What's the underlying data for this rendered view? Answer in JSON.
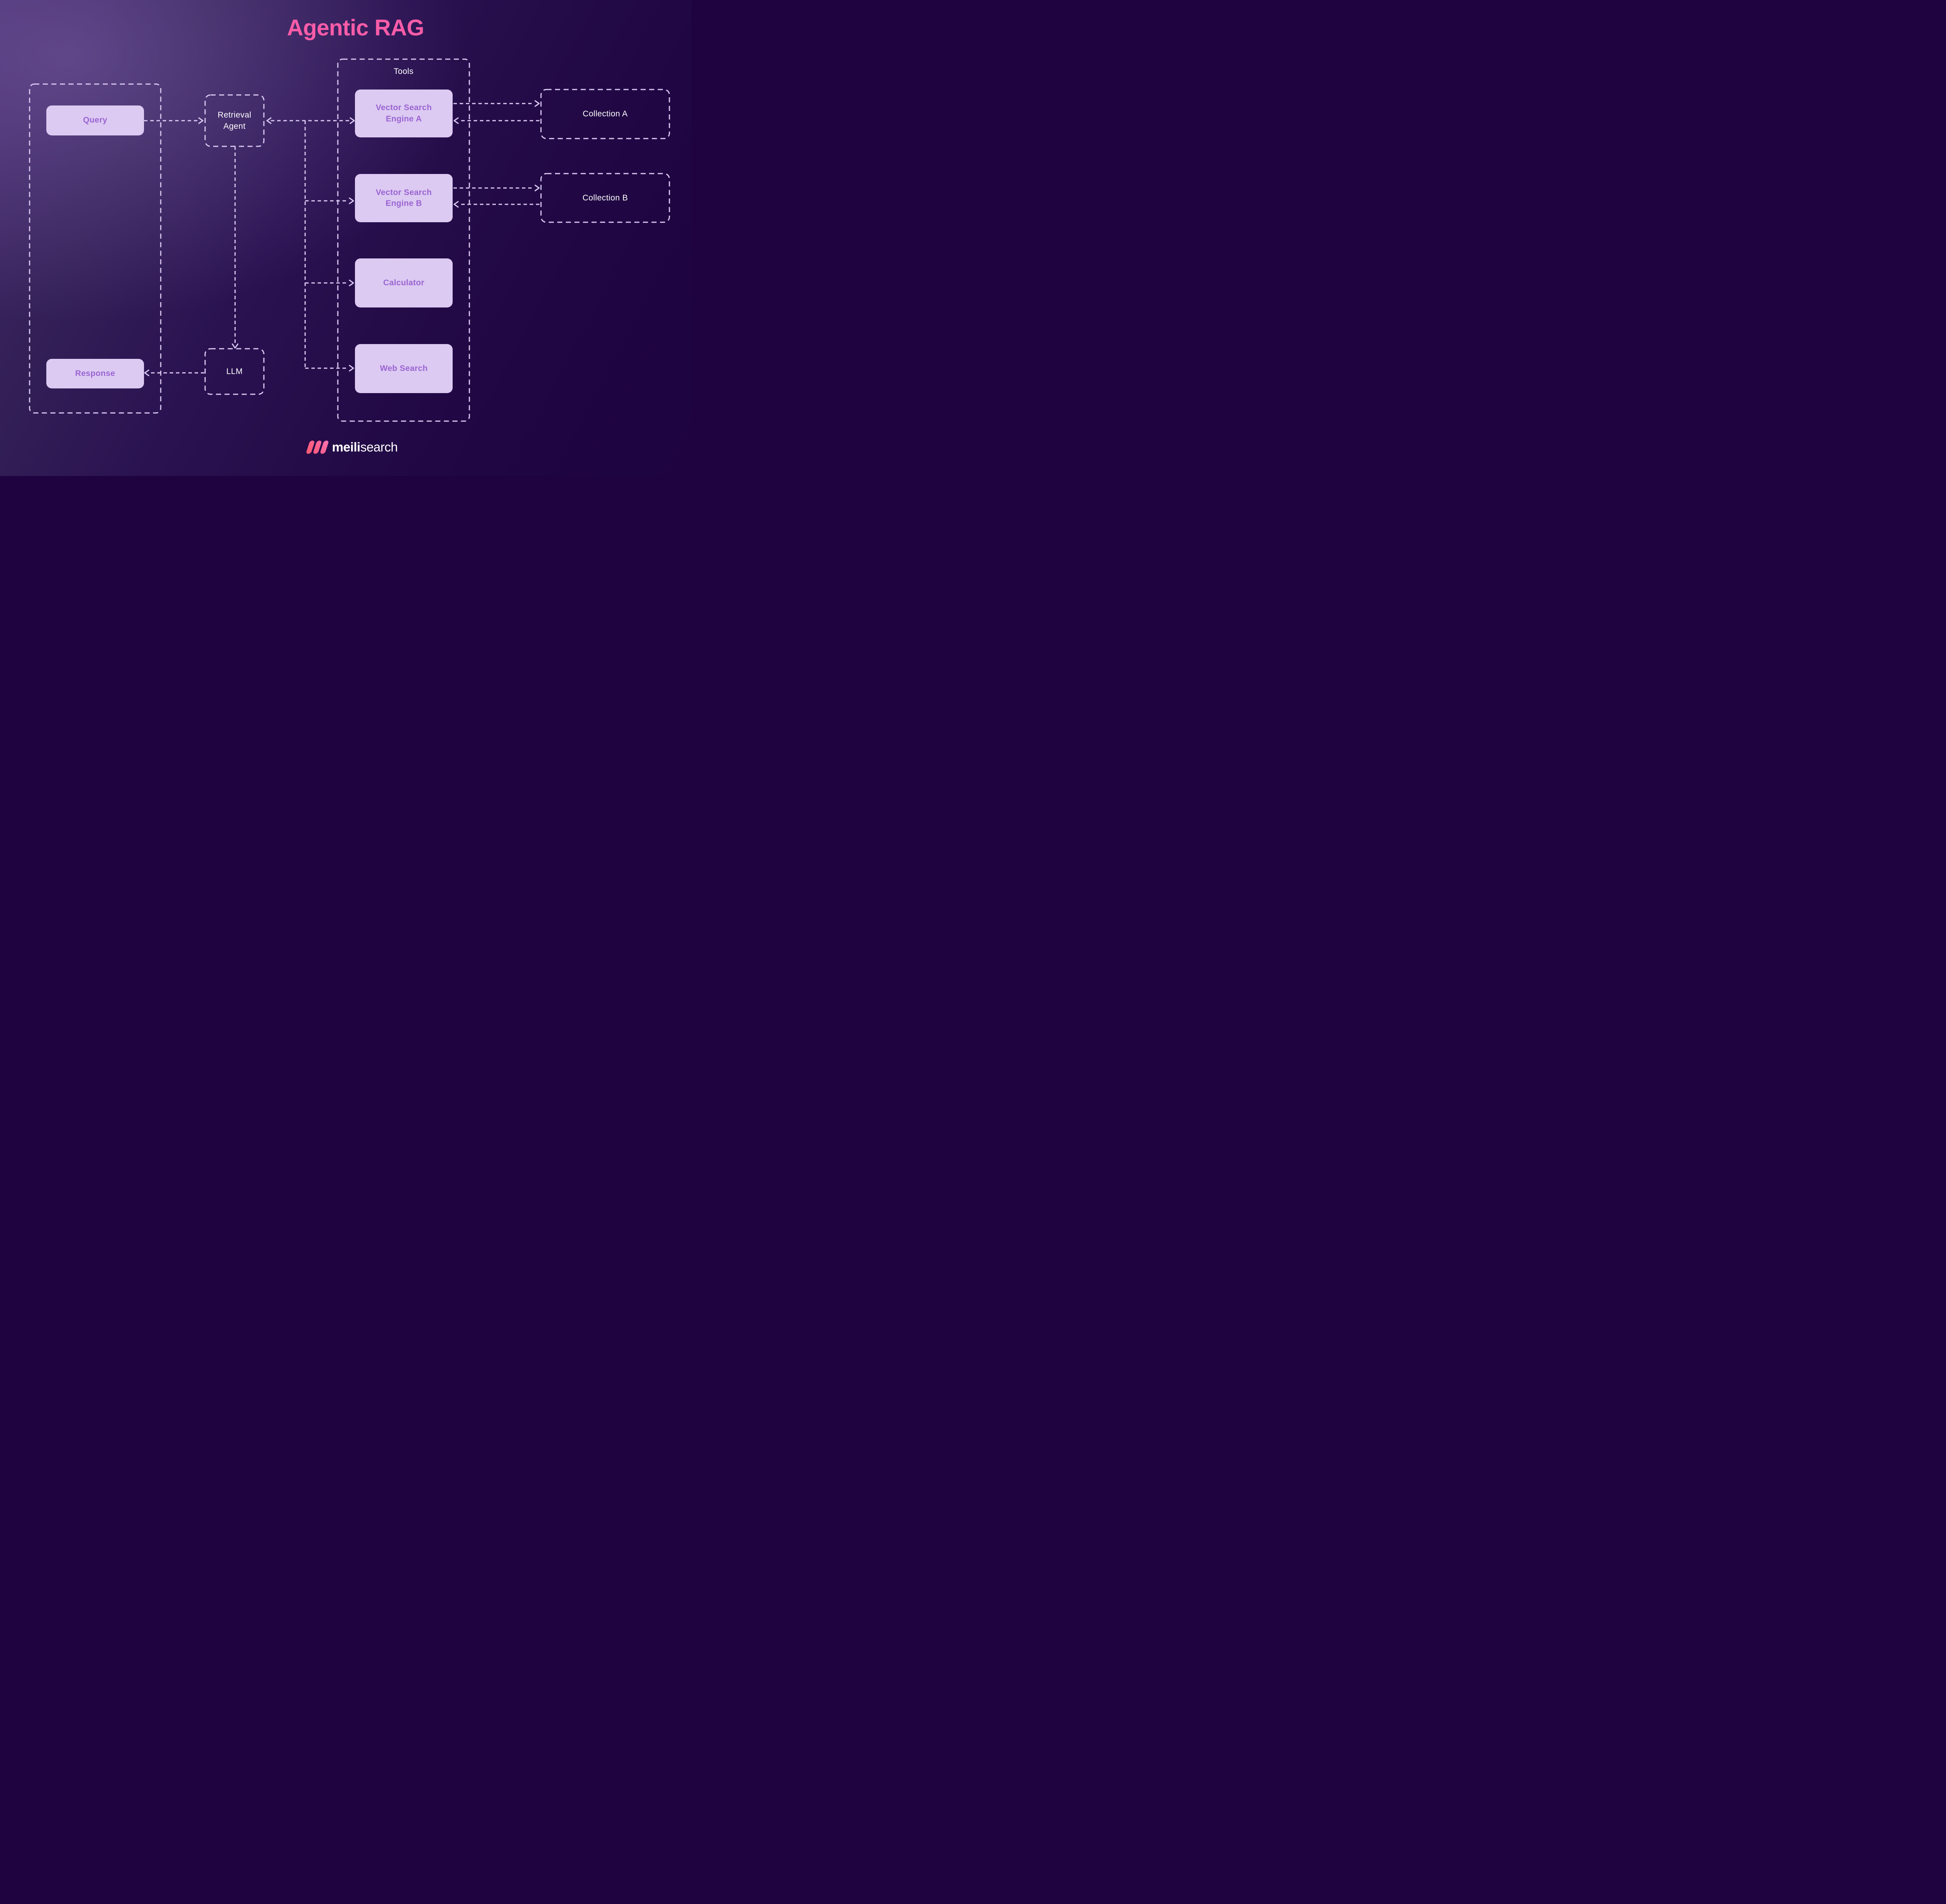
{
  "title": "Agentic RAG",
  "colors": {
    "background_light": "#43296b",
    "background_dark": "#1e0340",
    "title_pink": "#f95ca8",
    "dash_lavender": "#d9c9f1",
    "node_fill": "#dccaf2",
    "node_text_purple": "#9b64d2",
    "white_text": "#ffffff",
    "logo_pink": "#ff5caa"
  },
  "left_group": {
    "query": "Query",
    "response": "Response"
  },
  "agent": {
    "label": "Retrieval Agent"
  },
  "llm": {
    "label": "LLM"
  },
  "tools": {
    "label": "Tools",
    "items": [
      "Vector Search Engine A",
      "Vector Search Engine B",
      "Calculator",
      "Web Search"
    ]
  },
  "collections": {
    "a": "Collection A",
    "b": "Collection B"
  },
  "footer": {
    "brand_bold": "meili",
    "brand_light": "search"
  }
}
